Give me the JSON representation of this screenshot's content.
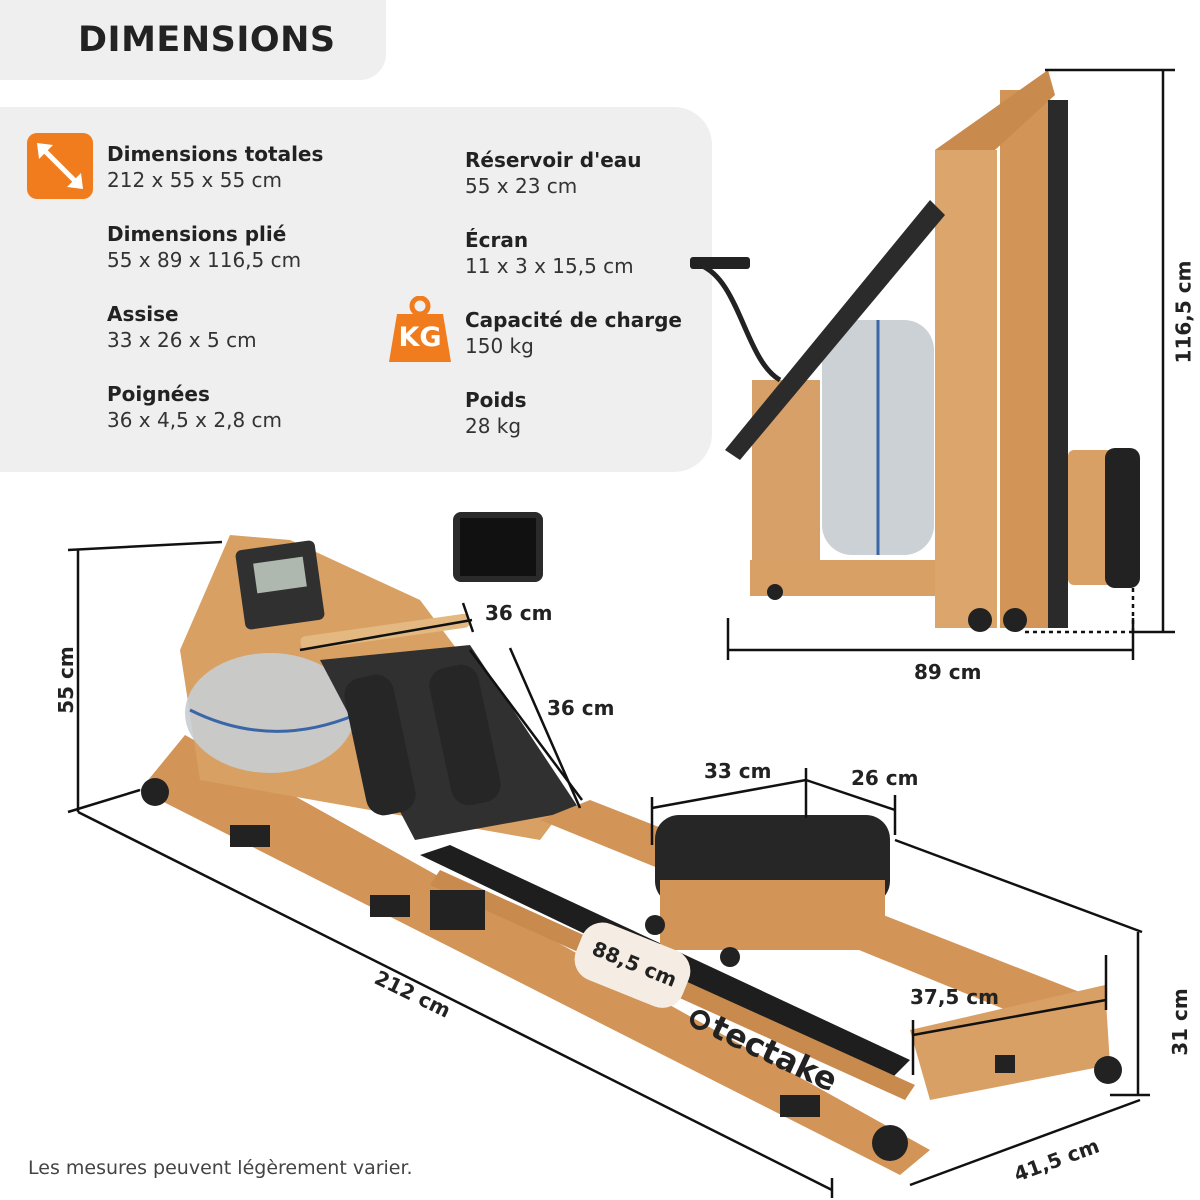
{
  "title": "DIMENSIONS",
  "specs_left": [
    {
      "label": "Dimensions totales",
      "value": "212 x 55 x 55 cm"
    },
    {
      "label": "Dimensions plié",
      "value": "55 x 89 x 116,5 cm"
    },
    {
      "label": "Assise",
      "value": "33 x 26 x 5 cm"
    },
    {
      "label": "Poignées",
      "value": "36 x 4,5 x 2,8 cm"
    }
  ],
  "specs_right": [
    {
      "label": "Réservoir d'eau",
      "value": "55 x 23 cm"
    },
    {
      "label": "Écran",
      "value": "11 x 3 x 15,5 cm"
    },
    {
      "label": "Capacité de charge",
      "value": "150 kg"
    },
    {
      "label": "Poids",
      "value": "28 kg"
    }
  ],
  "icons": {
    "dimensions": "diagonal-arrows-icon",
    "load": "weight-kg-icon",
    "kg_text": "KG"
  },
  "measurements": {
    "handle_width": "36 cm",
    "foot_plate": "36 cm",
    "seat_length": "33 cm",
    "seat_width": "26 cm",
    "rail": "88,5 cm",
    "height": "55 cm",
    "length": "212 cm",
    "rear_width": "37,5 cm",
    "rear_height": "31 cm",
    "base_width": "41,5 cm",
    "folded_height": "116,5 cm",
    "folded_depth": "89 cm"
  },
  "brand": "tectake",
  "footnote": "Les mesures peuvent légèrement varier.",
  "colors": {
    "accent": "#f07c1e",
    "panel": "#efefef",
    "wood": "#d9a066",
    "dark": "#2a2a2a"
  }
}
